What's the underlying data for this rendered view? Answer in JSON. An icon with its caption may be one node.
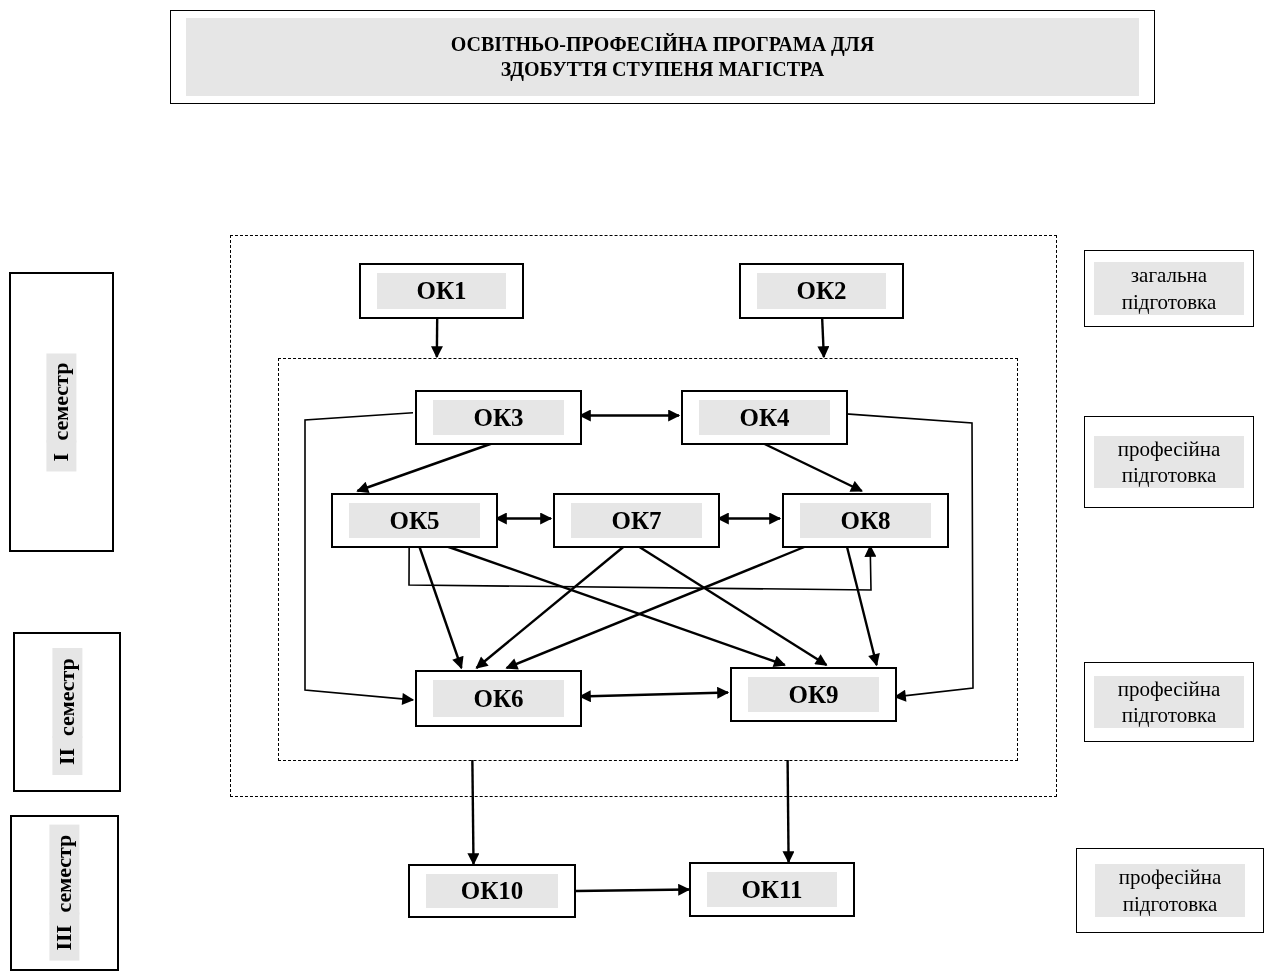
{
  "diagram": {
    "title": "ОСВІТНЬО-ПРОФЕСІЙНА ПРОГРАМА ДЛЯ ЗДОБУТТЯ СТУПЕНЯ МАГІСТРА",
    "nodes": [
      {
        "text": [],
        "shape": "box"
      },
      {
        "text": [
          "ОК1"
        ],
        "in": 0
      },
      {
        "text": [
          "ОК2"
        ],
        "in": 0
      },
      {
        "text": [],
        "shape": "box",
        "in": 0
      },
      {
        "text": [
          "ОК3"
        ],
        "in": 3
      },
      {
        "text": [
          "ОК4"
        ],
        "in": 3
      },
      {
        "text": [
          "ОК5"
        ],
        "in": 3
      },
      {
        "text": [
          "ОК7"
        ],
        "in": 3
      },
      {
        "text": [
          "ОК8"
        ],
        "in": 3
      },
      {
        "text": [
          "ОК6"
        ],
        "in": 3
      },
      {
        "text": [
          "ОК9"
        ],
        "in": 3
      },
      {
        "text": [
          "ОК10"
        ]
      },
      {
        "text": [
          "ОК11"
        ]
      },
      {
        "text": [
          "I",
          "семестр"
        ]
      },
      {
        "text": [
          "II",
          "семестр"
        ]
      },
      {
        "text": [
          "III",
          "семестр"
        ]
      },
      {
        "text": [
          "загальна підготовка"
        ]
      },
      {
        "text": [
          "професійна підготовка"
        ]
      },
      {
        "text": [
          "професійна підготовка"
        ]
      },
      {
        "text": [
          "професійна підготовка"
        ]
      }
    ],
    "edges": [
      {
        "from": 1,
        "to": 3,
        "arrow": "to"
      },
      {
        "from": 2,
        "to": 3,
        "arrow": "to"
      },
      {
        "from": 4,
        "to": 5,
        "arrow": "both"
      },
      {
        "from": 4,
        "to": 6,
        "arrow": "to"
      },
      {
        "from": 5,
        "to": 8,
        "arrow": "to"
      },
      {
        "from": 6,
        "to": 7,
        "arrow": "both"
      },
      {
        "from": 7,
        "to": 8,
        "arrow": "both"
      },
      {
        "from": 6,
        "to": 9,
        "arrow": "to"
      },
      {
        "from": 6,
        "to": 10,
        "arrow": "to"
      },
      {
        "from": 7,
        "to": 9,
        "arrow": "to"
      },
      {
        "from": 7,
        "to": 10,
        "arrow": "to"
      },
      {
        "from": 8,
        "to": 9,
        "arrow": "to"
      },
      {
        "from": 8,
        "to": 10,
        "arrow": "to"
      },
      {
        "from": 6,
        "to": 8,
        "arrow": "to"
      },
      {
        "from": 4,
        "to": 9,
        "arrow": "to"
      },
      {
        "from": 5,
        "to": 10,
        "arrow": "to"
      },
      {
        "from": 9,
        "to": 10,
        "arrow": "both"
      },
      {
        "from": 3,
        "to": 11,
        "arrow": "to"
      },
      {
        "from": 3,
        "to": 12,
        "arrow": "to"
      },
      {
        "from": 11,
        "to": 12,
        "arrow": "to"
      }
    ]
  }
}
